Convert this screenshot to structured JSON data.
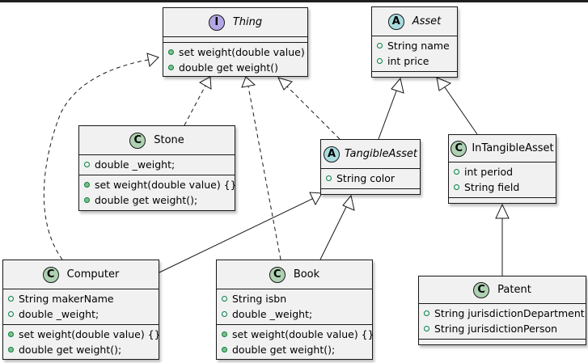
{
  "colors": {
    "interface_badge": "#b4a7e5",
    "abstract_badge": "#a9dcdf",
    "class_badge": "#add1b2",
    "class_fill": "#f1f1f1",
    "line": "#181818"
  },
  "classes": {
    "thing": {
      "stereotype": "I",
      "name": "Thing",
      "fields": [],
      "methods": [
        "set weight(double value)",
        "double get weight()"
      ]
    },
    "asset": {
      "stereotype": "A",
      "name": "Asset",
      "fields": [
        "String name",
        "int price"
      ],
      "methods": []
    },
    "stone": {
      "stereotype": "C",
      "name": "Stone",
      "fields": [
        "double _weight;"
      ],
      "methods": [
        "set weight(double value) {}",
        "double get weight();"
      ]
    },
    "tangible_asset": {
      "stereotype": "A",
      "name": "TangibleAsset",
      "fields": [
        "String color"
      ],
      "methods": []
    },
    "intangible_asset": {
      "stereotype": "C",
      "name": "InTangibleAsset",
      "fields": [
        "int period",
        "String field"
      ],
      "methods": []
    },
    "computer": {
      "stereotype": "C",
      "name": "Computer",
      "fields": [
        "String makerName",
        "double _weight;"
      ],
      "methods": [
        "set weight(double value) {}",
        "double get weight();"
      ]
    },
    "book": {
      "stereotype": "C",
      "name": "Book",
      "fields": [
        "String isbn",
        "double _weight;"
      ],
      "methods": [
        "set weight(double value) {}",
        "double get weight();"
      ]
    },
    "patent": {
      "stereotype": "C",
      "name": "Patent",
      "fields": [
        "String jurisdictionDepartment",
        "String jurisdictionPerson"
      ],
      "methods": []
    }
  },
  "relations": [
    {
      "from": "Stone",
      "to": "Thing",
      "kind": "realization"
    },
    {
      "from": "Computer",
      "to": "Thing",
      "kind": "realization"
    },
    {
      "from": "Book",
      "to": "Thing",
      "kind": "realization"
    },
    {
      "from": "TangibleAsset",
      "to": "Thing",
      "kind": "realization"
    },
    {
      "from": "TangibleAsset",
      "to": "Asset",
      "kind": "generalization"
    },
    {
      "from": "InTangibleAsset",
      "to": "Asset",
      "kind": "generalization"
    },
    {
      "from": "Computer",
      "to": "TangibleAsset",
      "kind": "generalization"
    },
    {
      "from": "Book",
      "to": "TangibleAsset",
      "kind": "generalization"
    },
    {
      "from": "Patent",
      "to": "InTangibleAsset",
      "kind": "generalization"
    }
  ]
}
